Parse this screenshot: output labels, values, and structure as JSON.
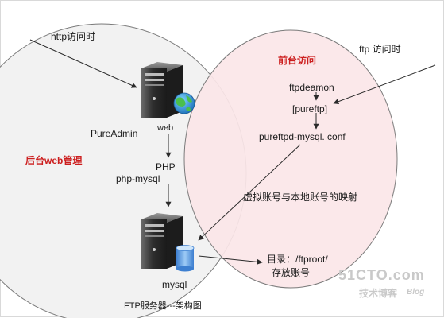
{
  "labels": {
    "http_visit": "http访问时",
    "ftp_visit": "ftp  访问时",
    "frontend": "前台访问",
    "backend": "后台web管理",
    "ftpdeamon": "ftpdeamon",
    "pureftp": "[pureftp]",
    "conf": "pureftpd-mysql. conf",
    "mapping": "虚拟账号与本地账号的映射",
    "dir_line1": "目录：/ftproot/",
    "dir_line2": "存放账号",
    "pureadmin": "PureAdmin",
    "web": "web",
    "php": "PHP",
    "php_mysql": "php-mysql",
    "mysql": "mysql",
    "caption": "FTP服务器---架构图"
  },
  "watermark": {
    "line1": "51CTO.com",
    "line2": "技术博客",
    "line3": "Blog"
  },
  "colors": {
    "left_ellipse": "#f2f2f2",
    "right_ellipse": "#fbe6e8",
    "red_text": "#cc1e1e"
  }
}
